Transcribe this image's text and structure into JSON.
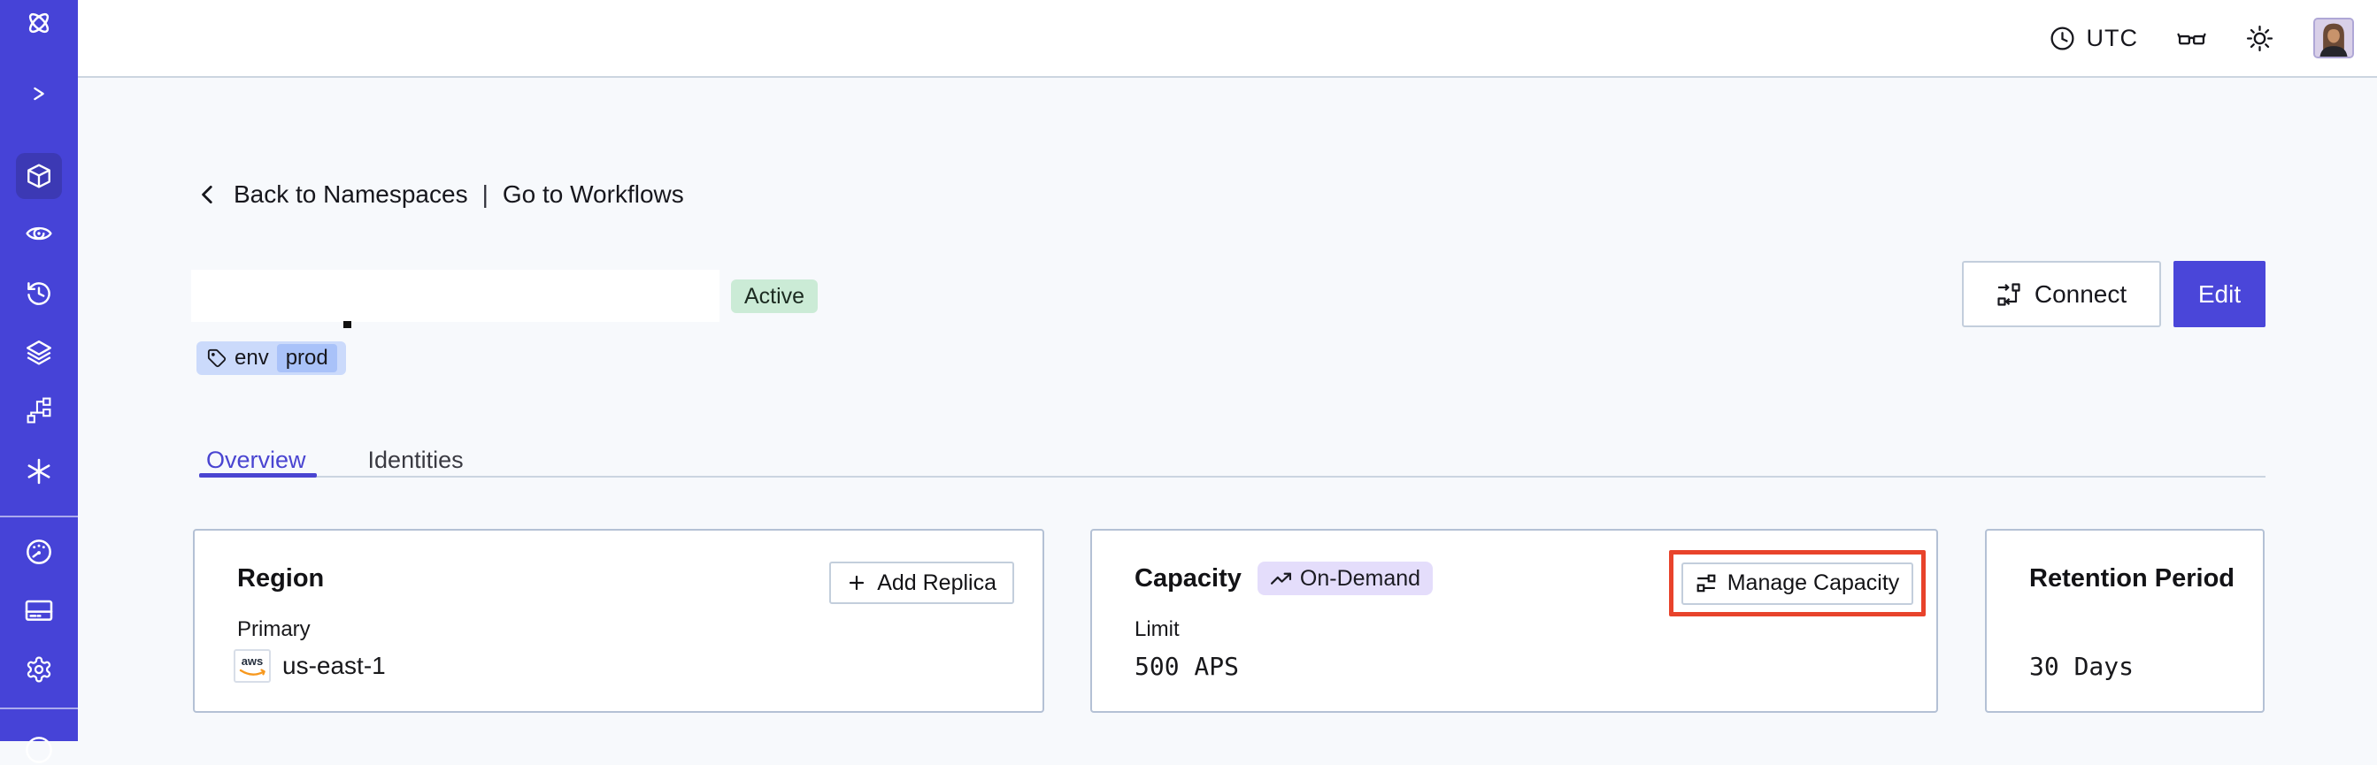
{
  "topbar": {
    "timezone": "UTC",
    "icons": [
      "clock-icon",
      "glasses-icon",
      "brightness-icon",
      "user-avatar"
    ]
  },
  "sidebar": {
    "icons": [
      "temporal-logo-icon",
      "expand-chevron-icon",
      "namespaces-cube-icon",
      "workflows-eye-icon",
      "schedules-history-icon",
      "deployments-layers-icon",
      "batch-pipeline-icon",
      "nexus-asterisk-icon",
      "usage-gauge-icon",
      "billing-card-icon",
      "settings-gear-icon",
      "help-circle-icon"
    ],
    "active_item": "namespaces-cube-icon"
  },
  "breadcrumb": {
    "back_label": "Back to Namespaces",
    "separator": "|",
    "workflows_label": "Go to Workflows"
  },
  "namespace": {
    "status_badge": "Active",
    "tag_key": "env",
    "tag_value": "prod",
    "connect_label": "Connect",
    "edit_label": "Edit"
  },
  "tabs": {
    "overview": "Overview",
    "identities": "Identities",
    "active_tab": "Overview"
  },
  "cards": {
    "region": {
      "title": "Region",
      "add_replica_label": "Add Replica",
      "label": "Primary",
      "provider": "aws",
      "value": "us-east-1"
    },
    "capacity": {
      "title": "Capacity",
      "badge": "On-Demand",
      "manage_label": "Manage Capacity",
      "label": "Limit",
      "value": "500 APS",
      "highlighted_action": "Manage Capacity"
    },
    "retention": {
      "title": "Retention Period",
      "value": "30 Days"
    }
  },
  "colors": {
    "sidebar_bg": "#4643D7",
    "sidebar_active_bg": "#3C39B4",
    "accent_indigo": "#4A46D9",
    "status_active_bg": "#CBEBD6",
    "tag_bg": "#CBDAFB",
    "tag_chip_bg": "#A9C2F9",
    "ondemand_badge_bg": "#E4DDFB",
    "highlight_red": "#E8432B",
    "aws_orange": "#F7981D",
    "page_bg": "#F7F9FC"
  }
}
